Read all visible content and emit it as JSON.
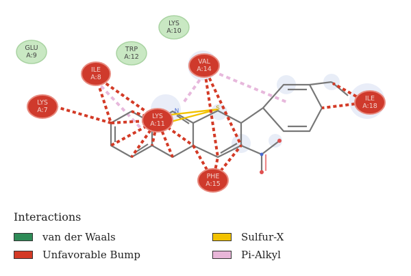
{
  "residues": [
    {
      "id": "glu9",
      "line1": "GLU",
      "line2": "A:9",
      "kind": "van der Waals"
    },
    {
      "id": "lys10",
      "line1": "LYS",
      "line2": "A:10",
      "kind": "van der Waals"
    },
    {
      "id": "trp12",
      "line1": "TRP",
      "line2": "A:12",
      "kind": "van der Waals"
    },
    {
      "id": "ile8",
      "line1": "ILE",
      "line2": "A:8",
      "kind": "Unfavorable Bump"
    },
    {
      "id": "val14",
      "line1": "VAL",
      "line2": "A:14",
      "kind": "Unfavorable Bump"
    },
    {
      "id": "lys7",
      "line1": "LYS",
      "line2": "A:7",
      "kind": "Unfavorable Bump"
    },
    {
      "id": "lys11",
      "line1": "LYS",
      "line2": "A:11",
      "kind": "Unfavorable Bump"
    },
    {
      "id": "ile18",
      "line1": "ILE",
      "line2": "A:18",
      "kind": "Unfavorable Bump"
    },
    {
      "id": "phe15",
      "line1": "PHE",
      "line2": "A:15",
      "kind": "Unfavorable Bump"
    }
  ],
  "atoms": {
    "nitrogen": "N",
    "sulfur": "S"
  },
  "legend": {
    "title": "Interactions",
    "items": [
      {
        "label": "van der Waals",
        "color": "#2e8b57"
      },
      {
        "label": "Sulfur-X",
        "color": "#f2c200"
      },
      {
        "label": "Unfavorable Bump",
        "color": "#d33a26"
      },
      {
        "label": "Pi-Alkyl",
        "color": "#e8b6d8"
      }
    ]
  },
  "colors": {
    "green_fill": "#c9e8c3",
    "red_fill": "#cf3a2c",
    "bump_line": "#d33a26",
    "pi_alkyl_line": "#e7b8dc",
    "sulfur_line": "#f2c200",
    "bond": "#777777"
  }
}
